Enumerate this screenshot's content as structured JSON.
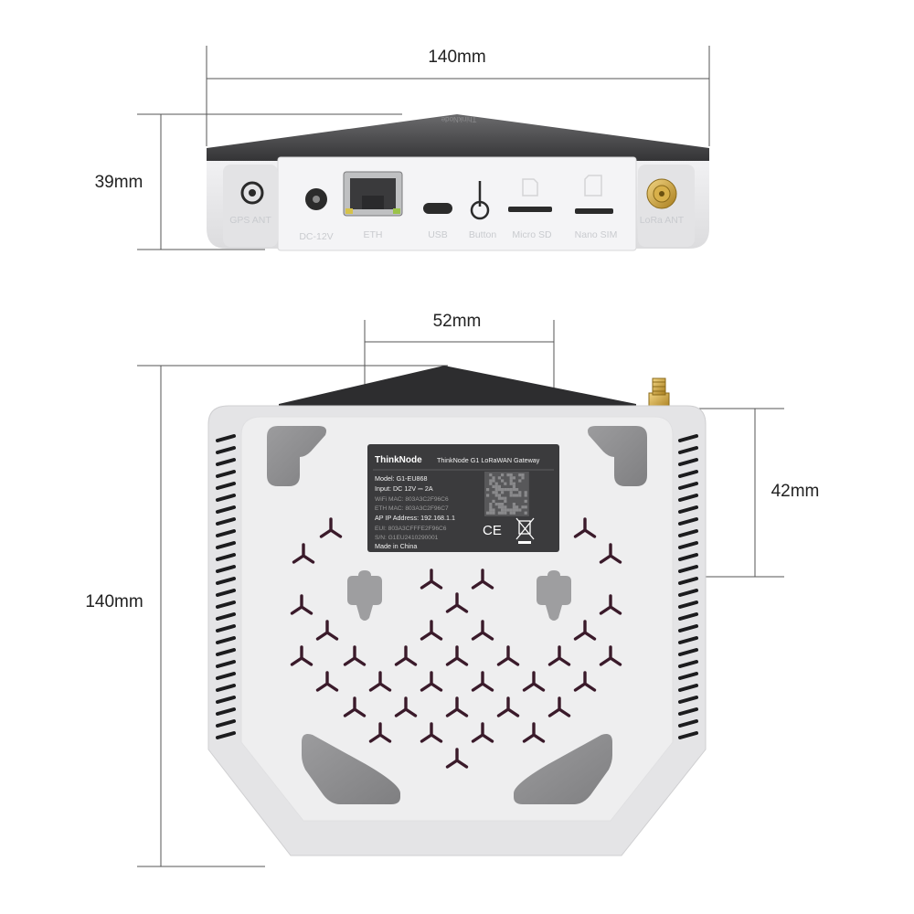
{
  "dimensions": {
    "front_width": "140mm",
    "front_height": "39mm",
    "bottom_hole_spacing": "52mm",
    "bottom_side_spacing": "42mm",
    "bottom_height": "140mm"
  },
  "brand_text_top": "ThinkNode",
  "ports": [
    {
      "label": "GPS ANT"
    },
    {
      "label": "DC-12V"
    },
    {
      "label": "ETH"
    },
    {
      "label": "USB"
    },
    {
      "label": "Button"
    },
    {
      "label": "Micro SD"
    },
    {
      "label": "Nano SIM"
    },
    {
      "label": "LoRa ANT"
    }
  ],
  "product_label": {
    "brand": "ThinkNode",
    "product": "ThinkNode G1 LoRaWAN Gateway",
    "model": "Model: G1-EU868",
    "input": "Input: DC 12V ⎓ 2A",
    "wifi_mac": "WiFi MAC: 803A3C2F96C6",
    "eth_mac": "ETH MAC: 803A3C2F96C7",
    "ap_ip": "AP IP Address: 192.168.1.1",
    "eui": "EUI: 803A3CFFFE2F96C6",
    "sn": "S/N: G1EU2410290001",
    "origin": "Made in China",
    "ce": "CE"
  },
  "colors": {
    "case_body": "#e9e9eb",
    "case_top": "#4a4a4c",
    "foot_pad": "#8f8f91",
    "vent": "#3a1a2a",
    "label_bg": "#3b3b3d",
    "connector_gold": "#c9a23a",
    "dimension_line": "#555555"
  }
}
